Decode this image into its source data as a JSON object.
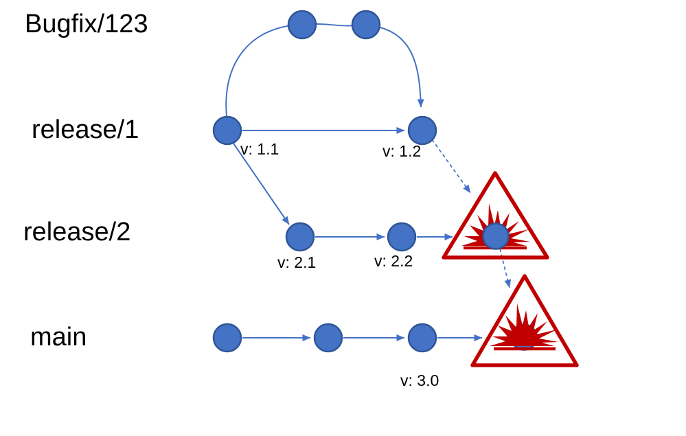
{
  "diagram": {
    "type": "git-branch-version-graph",
    "branches": {
      "bugfix": {
        "label": "Bugfix/123"
      },
      "release1": {
        "label": "release/1"
      },
      "release2": {
        "label": "release/2"
      },
      "main": {
        "label": "main"
      }
    },
    "commit_labels": {
      "v11": "v: 1.1",
      "v12": "v: 1.2",
      "v21": "v: 2.1",
      "v22": "v: 2.2",
      "v30": "v: 3.0"
    },
    "graph": {
      "nodes": [
        "bugfix-commit-1",
        "bugfix-commit-2",
        "release1-commit-v1.1",
        "release1-commit-v1.2",
        "release2-commit-v2.1",
        "release2-commit-v2.2",
        "release2-conflict-commit",
        "main-commit-1",
        "main-commit-2",
        "main-commit-v3.0",
        "main-conflict-commit"
      ],
      "edges": [
        {
          "from": "release1-commit-v1.1",
          "to": "bugfix-commit-1",
          "style": "solid-curve"
        },
        {
          "from": "bugfix-commit-1",
          "to": "bugfix-commit-2",
          "style": "solid"
        },
        {
          "from": "bugfix-commit-2",
          "to": "release1-commit-v1.2",
          "style": "solid-arrow-curve"
        },
        {
          "from": "release1-commit-v1.1",
          "to": "release1-commit-v1.2",
          "style": "solid-arrow"
        },
        {
          "from": "release1-commit-v1.1",
          "to": "release2-commit-v2.1",
          "style": "solid-arrow"
        },
        {
          "from": "release2-commit-v2.1",
          "to": "release2-commit-v2.2",
          "style": "solid-arrow"
        },
        {
          "from": "release2-commit-v2.2",
          "to": "release2-conflict-commit",
          "style": "solid-arrow"
        },
        {
          "from": "release1-commit-v1.2",
          "to": "release2-conflict-commit",
          "style": "dashed-arrow"
        },
        {
          "from": "release2-conflict-commit",
          "to": "main-conflict-commit",
          "style": "dashed-arrow"
        },
        {
          "from": "main-commit-1",
          "to": "main-commit-2",
          "style": "solid-arrow"
        },
        {
          "from": "main-commit-2",
          "to": "main-commit-v3.0",
          "style": "solid-arrow"
        },
        {
          "from": "main-commit-v3.0",
          "to": "main-conflict-commit",
          "style": "solid-arrow"
        }
      ],
      "warnings": [
        {
          "at": "release2-conflict-commit",
          "icon": "warning-triangle-explosion"
        },
        {
          "at": "main-conflict-commit",
          "icon": "warning-triangle-explosion"
        }
      ]
    },
    "colors": {
      "commit_fill": "#4472C4",
      "commit_border": "#2F5597",
      "edge_blue": "#4472C4",
      "warning_red": "#C00000",
      "label_text": "#000000",
      "background": "#FFFFFF"
    }
  }
}
